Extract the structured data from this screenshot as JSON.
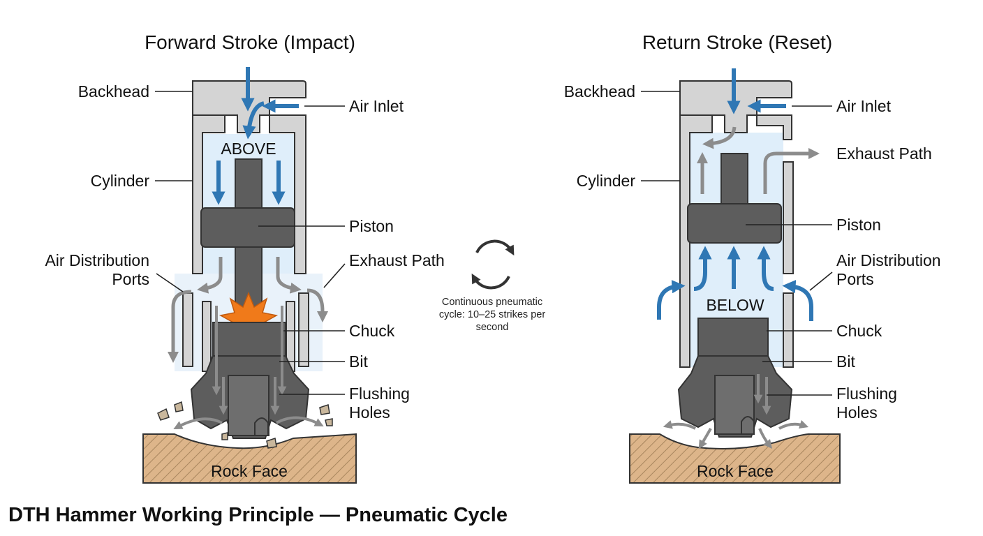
{
  "left": {
    "title": "Forward Stroke (Impact)",
    "chamber_label": "ABOVE",
    "labels": {
      "backhead": "Backhead",
      "air_inlet": "Air Inlet",
      "cylinder": "Cylinder",
      "piston": "Piston",
      "air_distribution_1": "Air Distribution",
      "air_distribution_2": "Ports",
      "exhaust_path": "Exhaust Path",
      "chuck": "Chuck",
      "bit": "Bit",
      "flushing_1": "Flushing",
      "flushing_2": "Holes",
      "rock_face": "Rock Face"
    }
  },
  "right": {
    "title": "Return Stroke (Reset)",
    "chamber_label": "BELOW",
    "labels": {
      "backhead": "Backhead",
      "air_inlet": "Air Inlet",
      "exhaust_path": "Exhaust Path",
      "cylinder": "Cylinder",
      "piston": "Piston",
      "air_distribution_1": "Air Distribution",
      "air_distribution_2": "Ports",
      "chuck": "Chuck",
      "bit": "Bit",
      "flushing_1": "Flushing",
      "flushing_2": "Holes",
      "rock_face": "Rock Face"
    }
  },
  "center": {
    "cycle_line1": "Continuous pneumatic",
    "cycle_line2": "cycle: 10–25 strikes per",
    "cycle_line3": "second",
    "cycle_icon": "cycle-arrows-icon"
  },
  "caption": "DTH Hammer Working Principle — Pneumatic Cycle",
  "colors": {
    "air_blue": "#2f77b4",
    "chamber_fill": "#dfeefa",
    "metal_light": "#d4d4d4",
    "metal_dark": "#5d5d5d",
    "exhaust_gray": "#8c8c8c",
    "rock_fill": "#ddb58a",
    "impact_orange": "#f07a1a"
  }
}
